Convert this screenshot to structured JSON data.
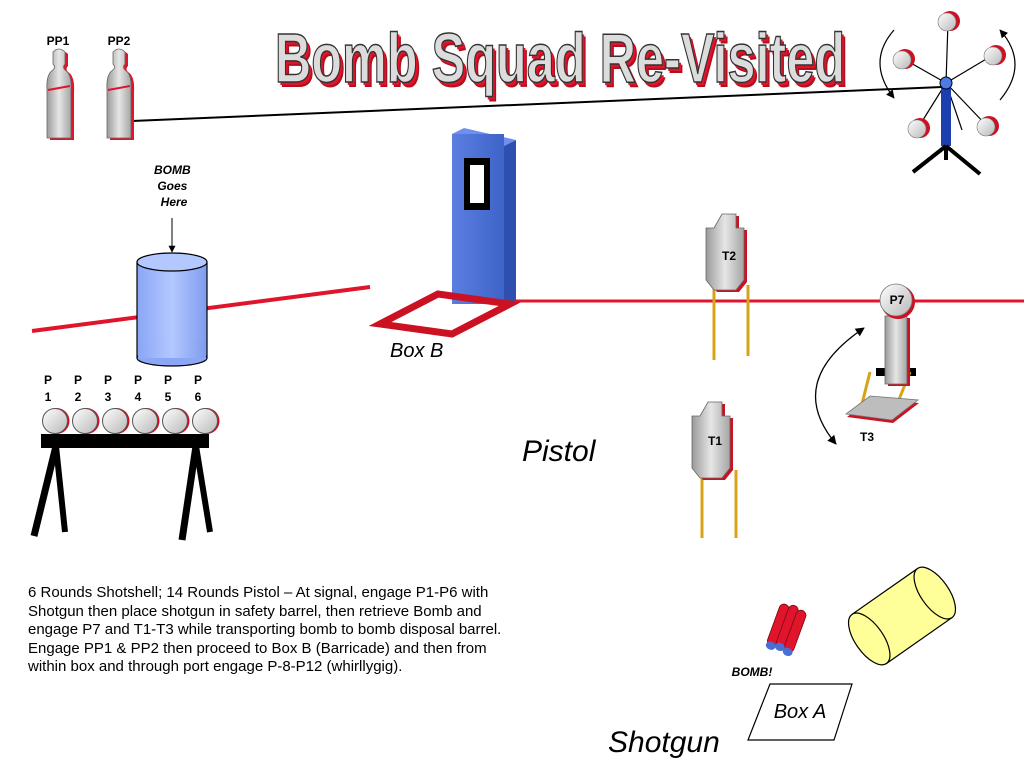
{
  "title": "Bomb Squad Re-Visited",
  "labels": {
    "pp1": "PP1",
    "pp2": "PP2",
    "bomb_goes_here": [
      "BOMB",
      "Goes",
      "Here"
    ],
    "box_b": "Box B",
    "box_a": "Box A",
    "pistol": "Pistol",
    "shotgun": "Shotgun",
    "t1": "T1",
    "t2": "T2",
    "t3": "T3",
    "p7": "P7",
    "bomb": "BOMB!"
  },
  "plates": [
    {
      "top": "P",
      "bottom": "1"
    },
    {
      "top": "P",
      "bottom": "2"
    },
    {
      "top": "P",
      "bottom": "3"
    },
    {
      "top": "P",
      "bottom": "4"
    },
    {
      "top": "P",
      "bottom": "5"
    },
    {
      "top": "P",
      "bottom": "6"
    }
  ],
  "description": "6 Rounds Shotshell; 14 Rounds Pistol – At signal, engage P1-P6 with Shotgun then place shotgun in safety barrel, then retrieve Bomb and engage P7 and T1-T3 while transporting bomb to bomb disposal barrel. Engage PP1 & PP2 then proceed to Box B (Barricade) and then from within box and through port engage P-8-P12 (whirllygig).",
  "colors": {
    "red_line": "#e0142b",
    "barricade_blue": "#4a6fd4",
    "barrel_blue": "#99b3ff",
    "barrel_yellow": "#ffff99",
    "target_gray": "#c8c8c8",
    "stand_gold": "#d6a319",
    "title_fill": "#d9d9d9",
    "title_shadow": "#cc1122"
  }
}
